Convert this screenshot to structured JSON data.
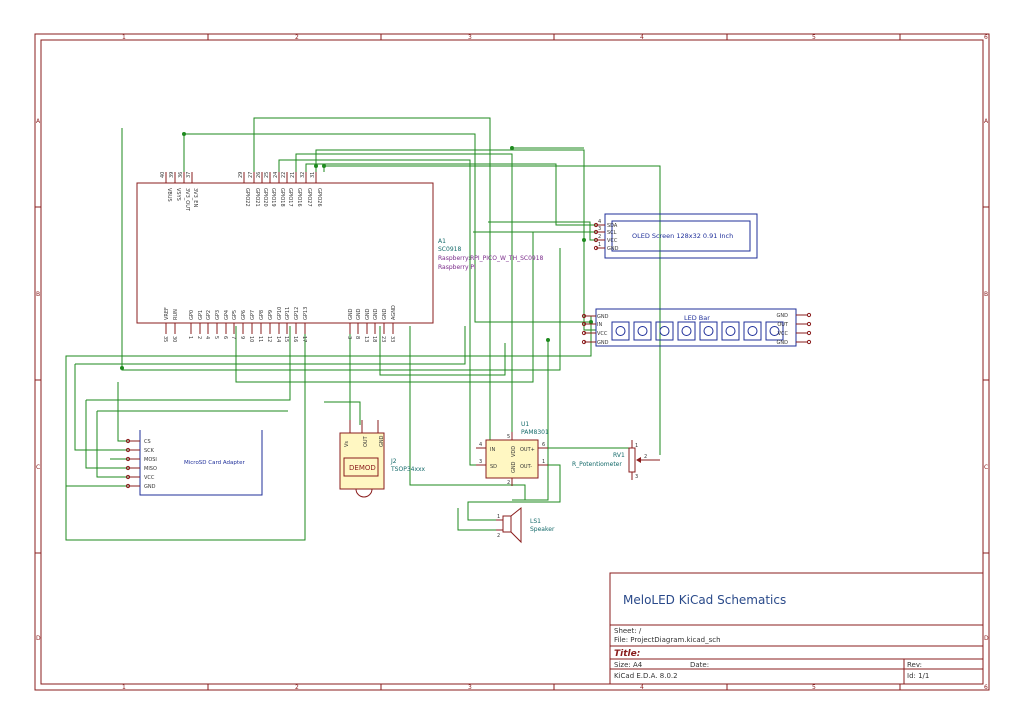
{
  "title_block": {
    "project_title": "MeloLED KiCad Schematics",
    "sheet": "Sheet: /",
    "file": "File: ProjectDiagram.kicad_sch",
    "title": "Title:",
    "size": "Size: A4",
    "date": "Date:",
    "rev": "Rev:",
    "kicad": "KiCad E.D.A. 8.0.2",
    "id": "Id: 1/1"
  },
  "frame": {
    "col_labels": [
      "1",
      "2",
      "3",
      "4",
      "5",
      "6"
    ],
    "row_labels": [
      "A",
      "B",
      "C",
      "D"
    ]
  },
  "colors": {
    "frame": "#8a1c1c",
    "wire": "#1e8a1e",
    "reference_text": "#146a6a",
    "component_fill": "#fff7c2",
    "connector_outline": "#1f2f9a"
  },
  "components": {
    "pico": {
      "ref": "A1",
      "value": "SC0918",
      "footprint": "Raspberry:RPI_PICO_W_TH_SC0918",
      "name": "Raspberry Pi",
      "top_pins": [
        "VBUS",
        "VSYS",
        "3V3_OUT",
        "3V3_EN",
        "GPIO22",
        "GPIO21",
        "GPIO20",
        "GPIO19",
        "GPIO18",
        "GPIO17",
        "GPIO16",
        "GPIO27",
        "GPIO26"
      ],
      "top_pin_nums": [
        "40",
        "39",
        "36",
        "37",
        "29",
        "27",
        "26",
        "25",
        "24",
        "22",
        "21",
        "32",
        "31"
      ],
      "bottom_pins": [
        "VREF",
        "RUN",
        "GP0",
        "GP1",
        "GP2",
        "GP3",
        "GP4",
        "GP5",
        "GP6",
        "GP7",
        "GP8",
        "GP9",
        "GP10",
        "GP11",
        "GP12",
        "GP13",
        "GND",
        "GND",
        "GND",
        "GND",
        "GND",
        "AGND"
      ],
      "bottom_pin_nums": [
        "35",
        "30",
        "1",
        "2",
        "4",
        "5",
        "6",
        "7",
        "9",
        "10",
        "11",
        "12",
        "14",
        "15",
        "16",
        "17",
        "3",
        "8",
        "13",
        "18",
        "23",
        "33"
      ]
    },
    "oled": {
      "name": "OLED Screen 128x32 0.91 Inch",
      "pins": [
        "SDA",
        "SCL",
        "VCC",
        "GND"
      ],
      "pin_nums": [
        "4",
        "3",
        "2",
        "1"
      ]
    },
    "led_bar": {
      "name": "LED Bar",
      "left_pins": [
        "GND",
        "IN",
        "VCC",
        "GND"
      ],
      "right_pins": [
        "GND",
        "OUT",
        "VCC",
        "GND"
      ],
      "led_count": 8
    },
    "sd_card": {
      "name": "MicroSD Card Adapter",
      "pins": [
        "CS",
        "SCK",
        "MOSI",
        "MISO",
        "VCC",
        "GND"
      ]
    },
    "ir_receiver": {
      "ref": "J2",
      "value": "TSOP34xxx",
      "label": "DEMOD",
      "pin_labels": [
        "Vs",
        "OUT",
        "GND"
      ],
      "pin_nums": [
        "3",
        "1",
        "2"
      ]
    },
    "amplifier": {
      "ref": "U1",
      "value": "PAM8301",
      "pins": [
        "IN",
        "SD",
        "OUT+",
        "OUT-",
        "VDD",
        "GND"
      ],
      "pin_nums": [
        "4",
        "3",
        "6",
        "1",
        "5",
        "2"
      ]
    },
    "potentiometer": {
      "ref": "RV1",
      "value": "R_Potentiometer",
      "pin_nums": [
        "1",
        "2",
        "3"
      ]
    },
    "speaker": {
      "ref": "LS1",
      "value": "Speaker",
      "pin_nums": [
        "1",
        "2"
      ]
    }
  }
}
